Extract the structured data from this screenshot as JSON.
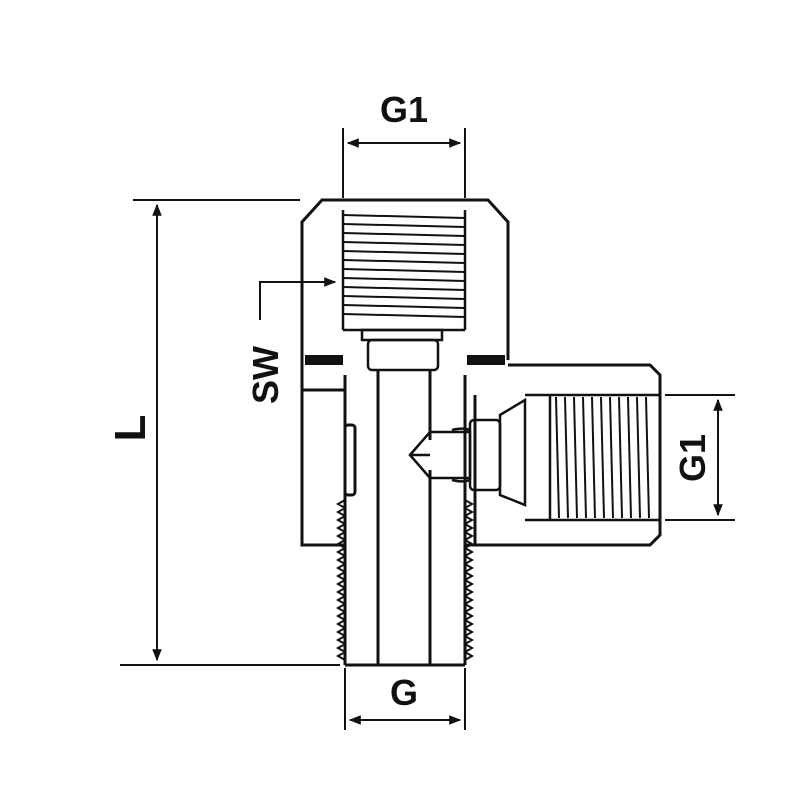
{
  "labels": {
    "top_port": "G1",
    "side_port": "G1",
    "bottom_port": "G",
    "length": "L",
    "wrench_size": "SW"
  },
  "colors": {
    "line": "#111111",
    "background": "#ffffff"
  }
}
